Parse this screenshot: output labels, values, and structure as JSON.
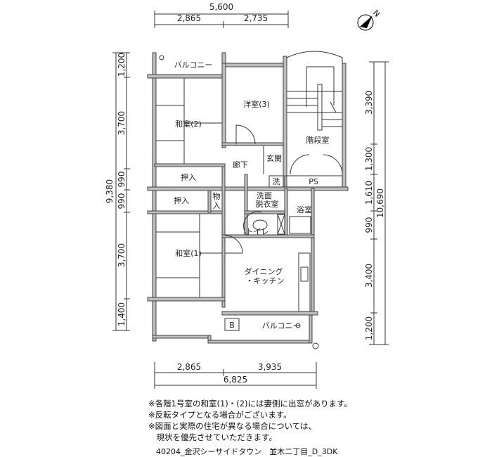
{
  "rooms": {
    "balcony_top": "バルコニー",
    "washitsu2": "和室(2)",
    "yoshitsu3": "洋室(3)",
    "stairs": "階段室",
    "genkan": "玄関",
    "rouka": "廊下",
    "oshiire1": "押入",
    "oshiire2": "押入",
    "monoire_1": "物",
    "monoire_2": "入",
    "sen": "洗",
    "ps": "PS",
    "senmen_1": "洗面",
    "senmen_2": "脱衣室",
    "yokushitsu": "浴室",
    "toilet": "トイレ",
    "washitsu1": "和室(1)",
    "dk_1": "ダイニング",
    "dk_2": "・キッチン",
    "balcony_bottom": "バルコニー",
    "b": "B"
  },
  "dims": {
    "top_total": "5,600",
    "top_a": "2,865",
    "top_b": "2,735",
    "left_total": "9,380",
    "left": [
      "1,200",
      "3,700",
      "990",
      "990",
      "3,700",
      "1,400"
    ],
    "right_total": "10,690",
    "right": [
      "3,390",
      "1,300",
      "1,610",
      "990",
      "3,400",
      "1,200"
    ],
    "bottom_a": "2,865",
    "bottom_b": "3,935",
    "bottom_total": "6,825"
  },
  "compass": "N",
  "notes": [
    "※各階1号室の和室(1)・(2)には妻側に出窓があります。",
    "※反転タイプとなる場合がございます。",
    "※図面と実際の住宅が異なる場合については、",
    "　現状を優先させていただきます。"
  ],
  "code": "40204_金沢シーサイドタウン　並木二丁目_D_3DK"
}
